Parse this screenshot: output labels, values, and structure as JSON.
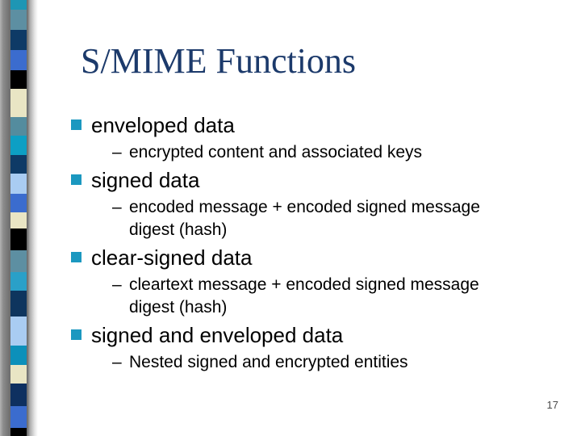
{
  "slide": {
    "title": "S/MIME Functions",
    "dash": "–",
    "page_number": "17",
    "bullets": [
      {
        "label": "enveloped data",
        "sub": "encrypted content and associated keys"
      },
      {
        "label": "signed data",
        "sub": "encoded message + encoded signed message digest (hash)"
      },
      {
        "label": "clear-signed data",
        "sub": "cleartext message + encoded signed message digest (hash)"
      },
      {
        "label": "signed and enveloped data",
        "sub": "Nested signed and encrypted entities"
      }
    ],
    "colors": {
      "title_text": "#1c3a6b",
      "bullet_square": "#1b98c0",
      "body_text": "#000000",
      "page_number_text": "#4a4a4a"
    },
    "strip_blocks": [
      {
        "color": "#1e96b4",
        "h": 12
      },
      {
        "color": "#5d8fa2",
        "h": 25
      },
      {
        "color": "#0e3a66",
        "h": 25
      },
      {
        "color": "#3b6cce",
        "h": 25
      },
      {
        "color": "#000000",
        "h": 23
      },
      {
        "color": "#e9e5c4",
        "h": 35
      },
      {
        "color": "#548c9e",
        "h": 23
      },
      {
        "color": "#0d9fc4",
        "h": 24
      },
      {
        "color": "#0e3a66",
        "h": 23
      },
      {
        "color": "#a9ccf2",
        "h": 25
      },
      {
        "color": "#3b6cce",
        "h": 23
      },
      {
        "color": "#e9e5c4",
        "h": 20
      },
      {
        "color": "#000000",
        "h": 27
      },
      {
        "color": "#5d8fa2",
        "h": 27
      },
      {
        "color": "#2aa0c8",
        "h": 23
      },
      {
        "color": "#0e355e",
        "h": 32
      },
      {
        "color": "#a9ccf2",
        "h": 36
      },
      {
        "color": "#0c90ba",
        "h": 24
      },
      {
        "color": "#e9e5c4",
        "h": 23
      },
      {
        "color": "#0e3060",
        "h": 28
      },
      {
        "color": "#3b6cce",
        "h": 27
      },
      {
        "color": "#000000",
        "h": 10
      }
    ]
  }
}
